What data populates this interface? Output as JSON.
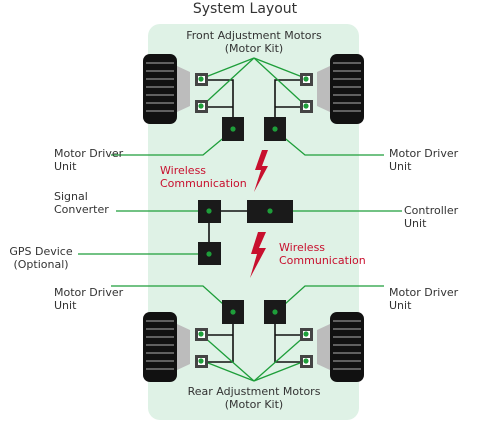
{
  "title": "System Layout",
  "labels": {
    "front_motors": [
      "Front Adjustment Motors",
      "(Motor Kit)"
    ],
    "rear_motors": [
      "Rear Adjustment Motors",
      "(Motor Kit)"
    ],
    "motor_driver_front_left": [
      "Motor Driver",
      "Unit"
    ],
    "motor_driver_front_right": [
      "Motor Driver",
      "Unit"
    ],
    "motor_driver_rear_left": [
      "Motor Driver",
      "Unit"
    ],
    "motor_driver_rear_right": [
      "Motor Driver",
      "Unit"
    ],
    "signal_converter": [
      "Signal",
      "Converter"
    ],
    "controller_unit": [
      "Controller",
      "Unit"
    ],
    "gps_device": [
      "GPS Device",
      "(Optional)"
    ],
    "wireless_upper": [
      "Wireless",
      "Communication"
    ],
    "wireless_lower": [
      "Wireless",
      "Communication"
    ]
  },
  "colors": {
    "panel": "#dff2e6",
    "leader_line": "#1e9e3a",
    "wire": "#111111",
    "unit": "#1a1a1a",
    "accent_red": "#c8102e",
    "text": "#333333"
  }
}
